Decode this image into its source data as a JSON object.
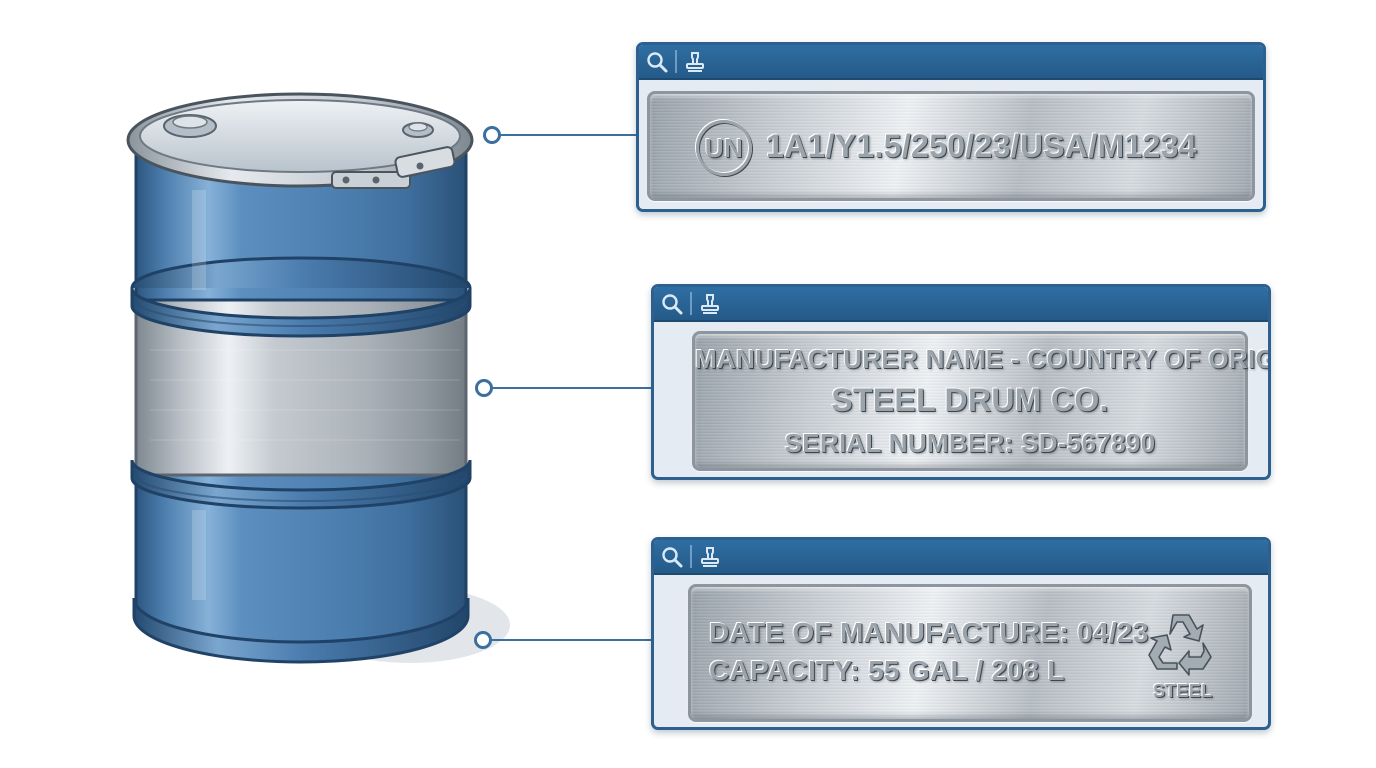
{
  "panels": {
    "un_marking": {
      "un_symbol": "UN",
      "code": "1A1/Y1.5/250/23/USA/M1234",
      "icons": [
        "magnifier-icon",
        "stamp-icon"
      ]
    },
    "manufacturer": {
      "heading": "MANUFACTURER NAME - COUNTRY OF ORIGIN",
      "name": "STEEL DRUM CO.",
      "serial": "SERIAL NUMBER: SD-567890",
      "icons": [
        "magnifier-icon",
        "stamp-icon"
      ]
    },
    "details": {
      "date": "DATE OF MANUFACTURE: 04/23",
      "capacity": "CAPACITY: 55 GAL / 208 L",
      "material": "STEEL",
      "icons": [
        "magnifier-icon",
        "stamp-icon",
        "recycle-icon"
      ]
    }
  },
  "colors": {
    "frame": "#2d5f8f",
    "titlebar": "#2f6ea3",
    "drum_blue": "#4f82b3",
    "drum_silver": "#c2c9d0",
    "leader_line": "#3a6f9f"
  }
}
